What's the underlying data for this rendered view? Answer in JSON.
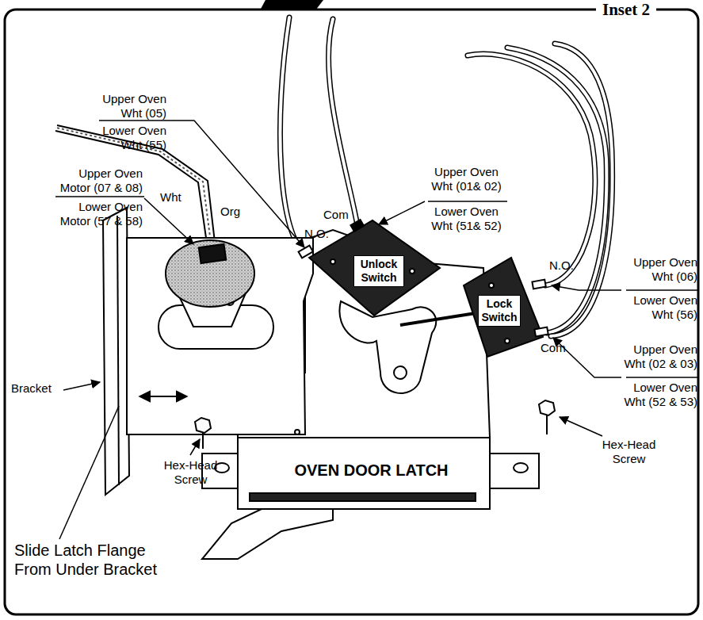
{
  "diagram": {
    "title": "Inset 2",
    "nodes": [
      {
        "text": [
          "Unlock Switch"
        ]
      },
      {
        "text": [
          "Lock Switch"
        ]
      },
      {
        "text": [
          "OVEN DOOR LATCH"
        ]
      }
    ],
    "labels": [
      "Upper Oven Wht (05)",
      "Lower Oven Wht (55)",
      "Upper Oven Motor (07 & 08)",
      "Lower Oven Motor (57 & 58)",
      "Wht",
      "Org",
      "Com",
      "N.O.",
      "Upper Oven Wht (01& 02)",
      "Lower Oven Wht (51& 52)",
      "N.O.",
      "Upper Oven Wht (06)",
      "Lower Oven Wht (56)",
      "Com",
      "Upper Oven Wht (02 & 03)",
      "Lower Oven Wht (52 & 53)",
      "Bracket",
      "Hex-Head Screw",
      "Hex-Head Screw",
      "Slide Latch Flange From Under Bracket"
    ]
  }
}
